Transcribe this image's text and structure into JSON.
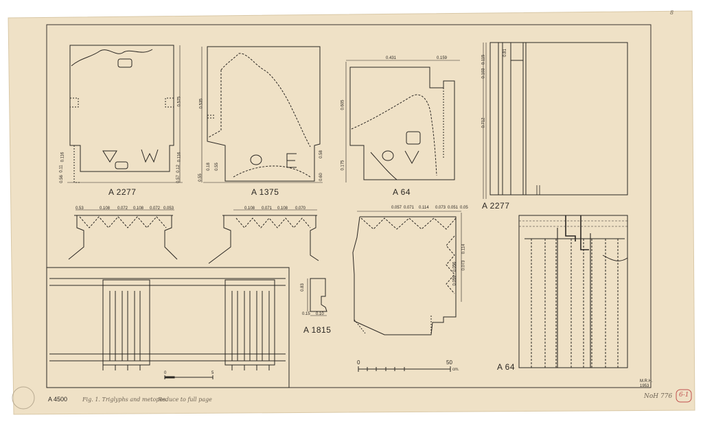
{
  "labels": {
    "a2277_plan": "A 2277",
    "a1375": "A 1375",
    "a64_plan": "A 64",
    "a2277_side": "A 2277",
    "a1815": "A 1815",
    "a64_elev": "A 64",
    "a4500": "A 4500"
  },
  "dims": {
    "a2277_h": "0.575",
    "a2277_left": [
      "0.56",
      "0.11",
      "0.116"
    ],
    "a2277_right": [
      "0.57",
      "0.12",
      "0.116"
    ],
    "a1375_h": "0.535",
    "a1375_left": [
      "0.55",
      "0.18",
      "0.55"
    ],
    "a1375_right": [
      "0.60",
      "0.58"
    ],
    "a64_top": [
      "0.431",
      "0.159"
    ],
    "a64_h": [
      "0.605",
      "0.175"
    ],
    "side_h": [
      "0.115",
      "0.712",
      "0.103"
    ],
    "side_top": "0.81",
    "row_a2277": [
      "0.53",
      "0.108",
      "0.072",
      "0.108",
      "0.072",
      "0.053"
    ],
    "row_a1375": [
      "0.108",
      "0.071",
      "0.108",
      "0.070"
    ],
    "row_a64": [
      "0.057",
      "0.071",
      "0.114",
      "0.073",
      "0.051",
      "0.05"
    ],
    "a64_right": [
      "0.114",
      "0.073",
      "0.056",
      "0.059"
    ],
    "a1815": [
      "0.83",
      "0.15",
      "0.10"
    ]
  },
  "scales": {
    "small": [
      "0",
      "5"
    ],
    "big": [
      "0",
      "50"
    ],
    "unit": "cm."
  },
  "signature": [
    "M.R.H.",
    "1953"
  ],
  "notes": {
    "caption": "Fig. 1. Triglyphs and metopes.",
    "reduce": "Reduce to full page",
    "ref": "NoH 776",
    "circled": "6-1",
    "corner": "8"
  },
  "colors": {
    "paper": "#efe1c6",
    "ink": "#2a2622",
    "frame": "#3a342d"
  }
}
